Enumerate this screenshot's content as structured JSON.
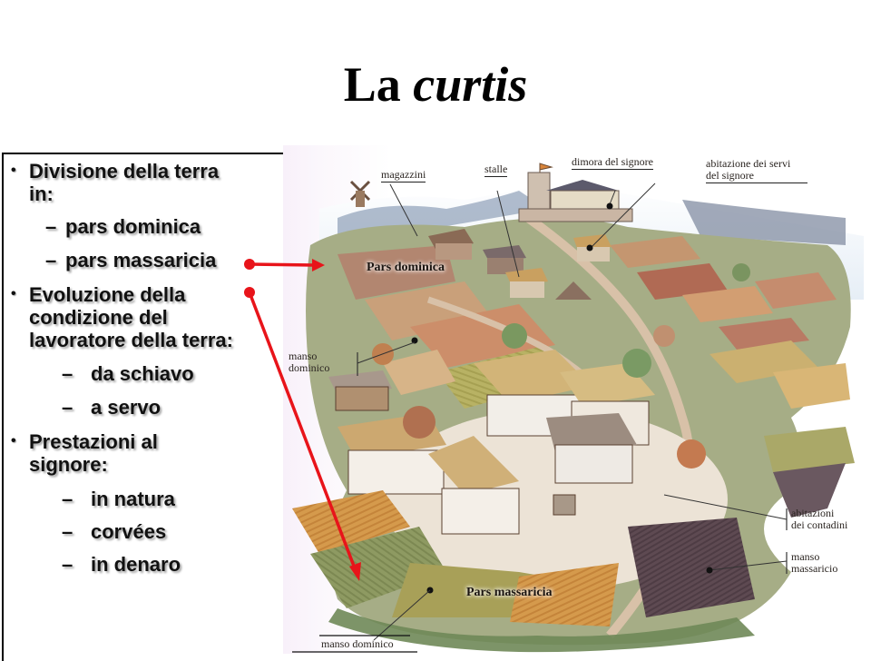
{
  "slide": {
    "title_plain": "La",
    "title_italic": "curtis"
  },
  "panel": {
    "bullets": [
      {
        "lines": [
          "Divisione della terra",
          "in:"
        ],
        "subitems": [
          "pars dominica",
          "pars massaricia"
        ]
      },
      {
        "lines": [
          "Evoluzione della",
          "condizione del",
          "lavoratore della terra:"
        ],
        "subitems": [
          "da schiavo",
          "a servo"
        ]
      },
      {
        "lines": [
          "Prestazioni al",
          "signore:"
        ],
        "subitems": [
          "in natura",
          "corvées",
          "in denaro"
        ]
      }
    ],
    "bullet_glyph": "•",
    "dash_glyph": "–"
  },
  "illustration": {
    "labels": {
      "magazzini": "magazzini",
      "stalle": "stalle",
      "dimora": "dimora del signore",
      "servi_1": "abitazione dei servi",
      "servi_2": "del signore",
      "pars_dominica": "Pars dominica",
      "manso_dominico_1": "manso",
      "manso_dominico_2": "dominico",
      "abitazioni_1": "abitazioni",
      "abitazioni_2": "dei contadini",
      "manso_massaricio_1": "manso",
      "manso_massaricio_2": "massaricio",
      "pars_massaricia": "Pars massaricia",
      "manso_dominico_bottom": "manso dominico"
    }
  },
  "arrows": {
    "color": "#e8141a"
  }
}
